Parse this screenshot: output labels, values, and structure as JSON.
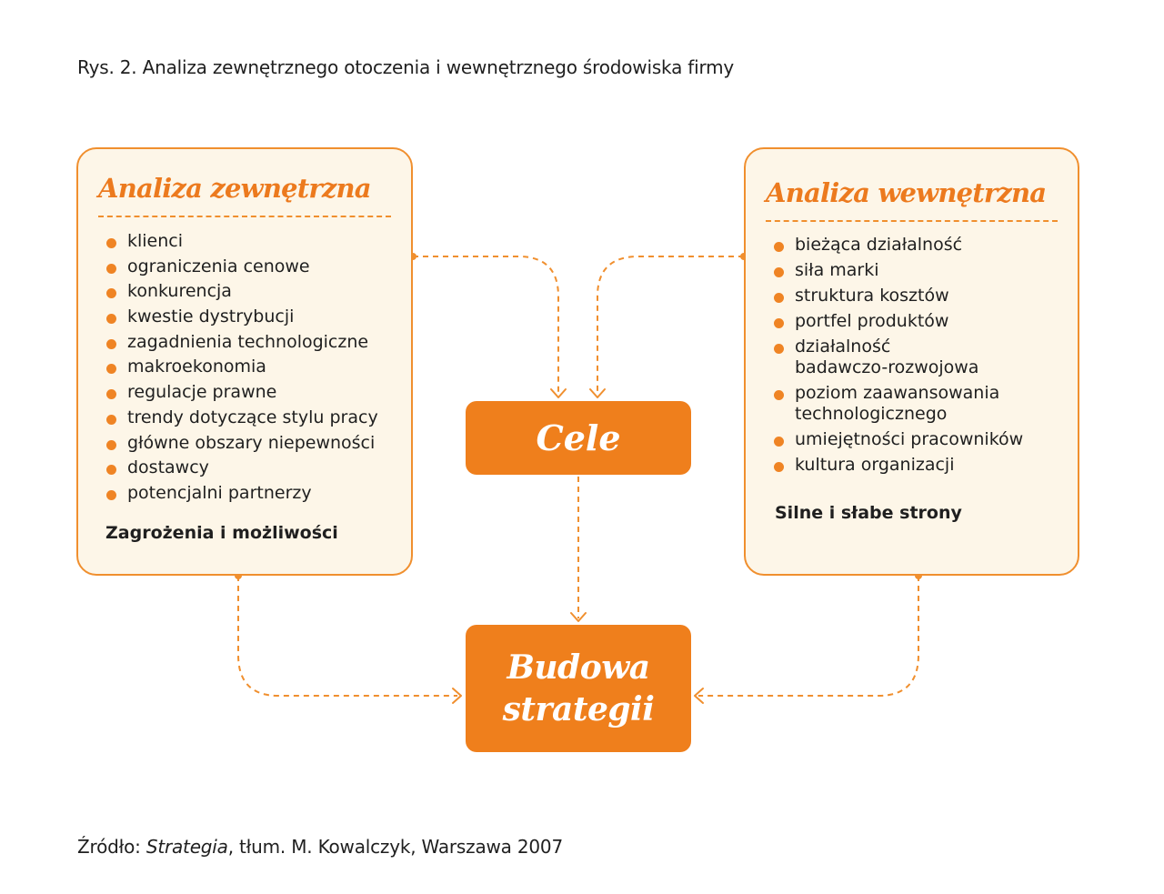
{
  "caption": "Rys. 2. Analiza zewnętrznego otoczenia i wewnętrznego środowiska firmy",
  "source": {
    "prefix": "Źródło: ",
    "title": "Strategia",
    "rest": ", tłum. M. Kowalczyk, Warszawa 2007"
  },
  "external": {
    "title": "Analiza zewnętrzna",
    "items": [
      "klienci",
      "ograniczenia cenowe",
      "konkurencja",
      "kwestie dystrybucji",
      "zagadnienia technologiczne",
      "makroekonomia",
      "regulacje prawne",
      "trendy dotyczące stylu pracy",
      "główne obszary niepewności",
      "dostawcy",
      "potencjalni partnerzy"
    ],
    "footer": "Zagrożenia i możliwości"
  },
  "internal": {
    "title": "Analiza wewnętrzna",
    "items": [
      [
        "bieżąca działalność"
      ],
      [
        "siła marki"
      ],
      [
        "struktura kosztów"
      ],
      [
        "portfel produktów"
      ],
      [
        "działalność",
        "badawczo-rozwojowa"
      ],
      [
        "poziom zaawansowania",
        "technologicznego"
      ],
      [
        "umiejętności pracowników"
      ],
      [
        "kultura organizacji"
      ]
    ],
    "footer": "Silne i słabe strony"
  },
  "goals_box": {
    "label": "Cele"
  },
  "strategy_box": {
    "line1": "Budowa",
    "line2": "strategii"
  },
  "colors": {
    "accent": "#ef7f1c",
    "panel_fill": "#fdf6e8",
    "panel_border": "#f08f2e"
  }
}
